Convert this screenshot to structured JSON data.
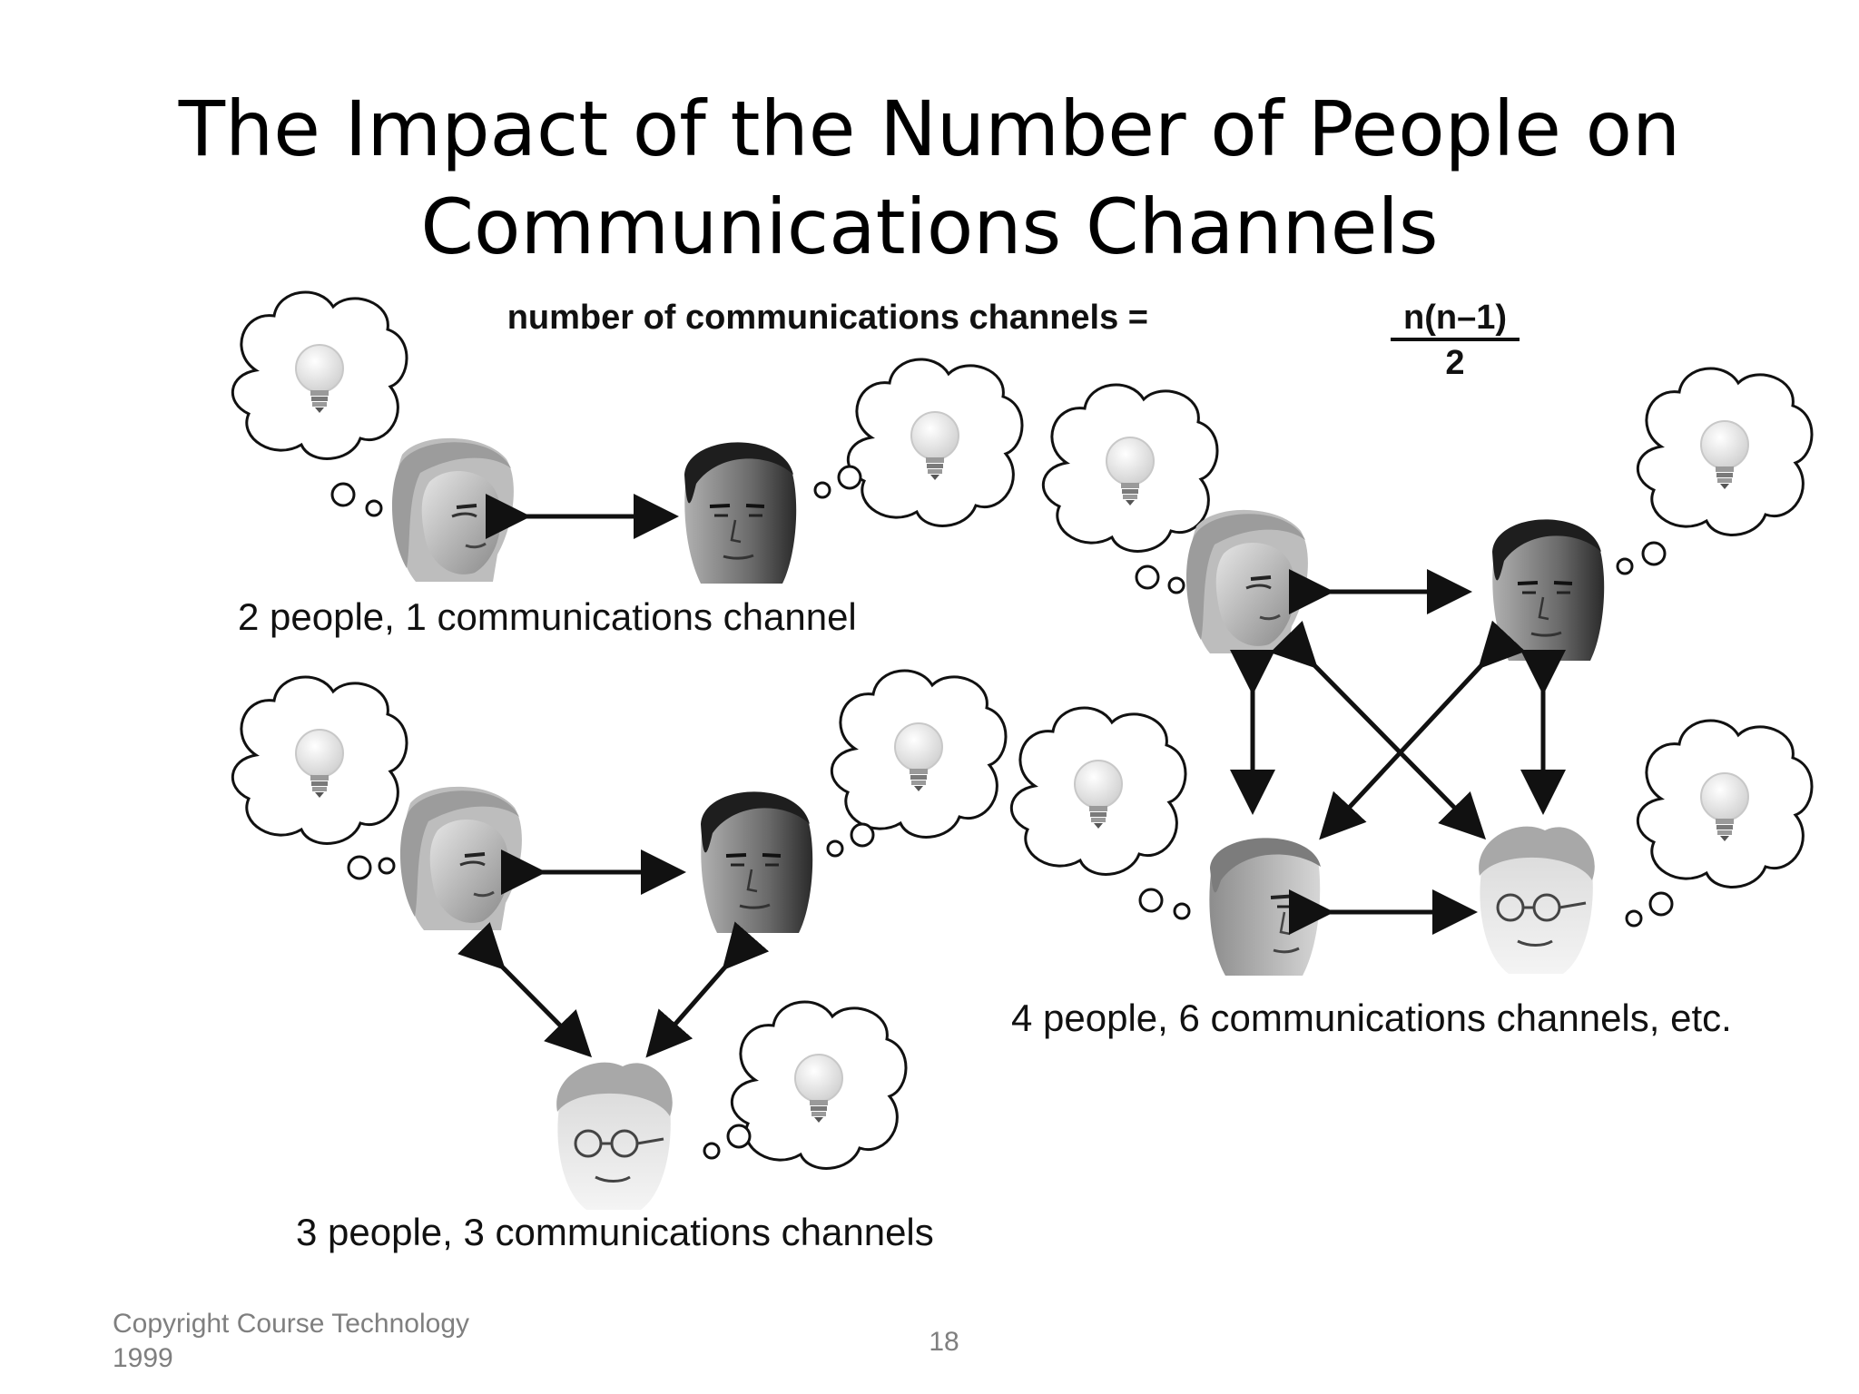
{
  "slide": {
    "title_line1": "The Impact of the Number of People on",
    "title_line2": "Communications Channels",
    "formula_label": "number of communications channels =",
    "formula_numerator": "n(n–1)",
    "formula_denominator": "2",
    "caption_two": "2 people, 1 communications channel",
    "caption_three": "3 people, 3 communications channels",
    "caption_four": "4 people, 6 communications channels, etc.",
    "footer_copyright_line1": "Copyright Course Technology",
    "footer_copyright_line2": "1999",
    "page_number": "18"
  },
  "icons": [
    "woman-head-icon",
    "man-head-icon",
    "glasses-person-icon",
    "young-man-head-icon",
    "thought-bubble-icon",
    "lightbulb-icon",
    "double-arrow-icon"
  ],
  "colors": {
    "text": "#000000",
    "footer": "#7f7f7f",
    "figure": "#111111"
  }
}
